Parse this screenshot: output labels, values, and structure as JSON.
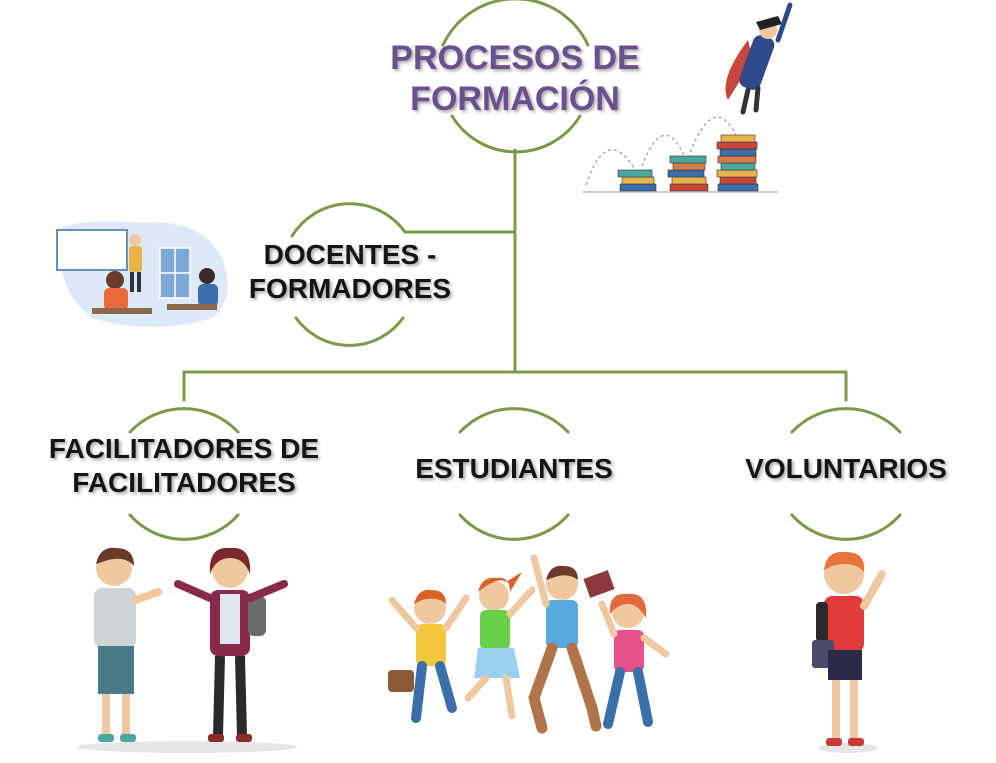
{
  "diagram": {
    "root": {
      "label_line1": "PROCESOS DE",
      "label_line2": "FORMACIÓN"
    },
    "level1": {
      "label_line1": "DOCENTES -",
      "label_line2": "FORMADORES"
    },
    "level2": [
      {
        "label_line1": "FACILITADORES DE",
        "label_line2": "FACILITADORES"
      },
      {
        "label_line1": "ESTUDIANTES",
        "label_line2": ""
      },
      {
        "label_line1": "VOLUNTARIOS",
        "label_line2": ""
      }
    ]
  },
  "colors": {
    "connector": "#7a9a4a",
    "title_text": "#6b4f8e",
    "node_text": "#141414"
  },
  "illustrations": {
    "root": "graduate-flying-over-books-icon",
    "docentes": "classroom-teacher-icon",
    "facilitadores": "two-students-talking-icon",
    "estudiantes": "jumping-kids-icon",
    "voluntarios": "waving-boy-icon"
  }
}
